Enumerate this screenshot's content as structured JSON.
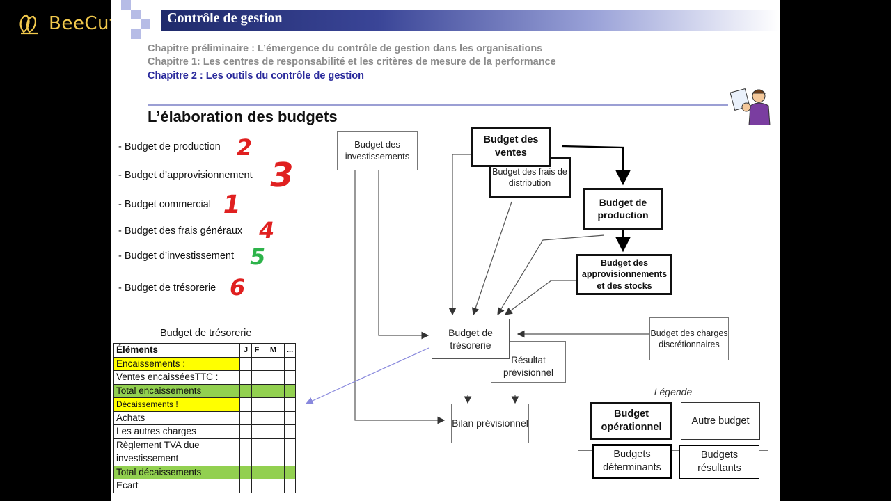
{
  "brand": {
    "name": "BeeCut"
  },
  "header": {
    "title": "Contrôle de gestion"
  },
  "chapters": [
    "Chapitre préliminaire : L’émergence du contrôle de gestion dans les organisations",
    "Chapitre 1: Les centres de responsabilité et les critères de mesure de la performance",
    "Chapitre 2 : Les outils du contrôle de gestion"
  ],
  "section_title": "L’élaboration des budgets",
  "budget_list": [
    {
      "label": "- Budget de production",
      "order": "2",
      "color": "#e02020"
    },
    {
      "label": "- Budget d’approvisionnement",
      "order": "3",
      "color": "#e02020"
    },
    {
      "label": "- Budget commercial",
      "order": "1",
      "color": "#e02020"
    },
    {
      "label": "- Budget des frais généraux",
      "order": "4",
      "color": "#e02020"
    },
    {
      "label": "- Budget d’investissement",
      "order": "5",
      "color": "#2db34a"
    },
    {
      "label": "- Budget de trésorerie",
      "order": "6",
      "color": "#e02020"
    }
  ],
  "treasury_table": {
    "caption": "Budget de trésorerie",
    "headers": [
      "Éléments",
      "J",
      "F",
      "M",
      "..."
    ],
    "rows": [
      "Encaissements :",
      "Ventes encaisséesTTC :",
      "Total encaissements",
      "Décaissements !",
      "Achats",
      "Les autres charges",
      "Règlement TVA due",
      "investissement",
      "Total décaissements",
      "Ecart"
    ]
  },
  "diagram": {
    "investissements": "Budget des investissements",
    "ventes": "Budget des ventes",
    "frais_distribution": "Budget des frais de distribution",
    "production": "Budget de production",
    "approvisionnements": "Budget des approvisionnements et des stocks",
    "tresorerie": "Budget de trésorerie",
    "charges_discretionnaires": "Budget des charges discrétionnaires",
    "resultat": "Résultat prévisionnel",
    "bilan": "Bilan prévisionnel"
  },
  "legend": {
    "title": "Légende",
    "operationnel": "Budget opérationnel",
    "autre": "Autre budget",
    "determinants": "Budgets déterminants",
    "resultants": "Budgets résultants"
  },
  "colors": {
    "accent_blue": "#2a2a9c",
    "highlight_yellow": "#ffff00",
    "highlight_green": "#92d050",
    "brand_gold": "#f2c94c"
  }
}
